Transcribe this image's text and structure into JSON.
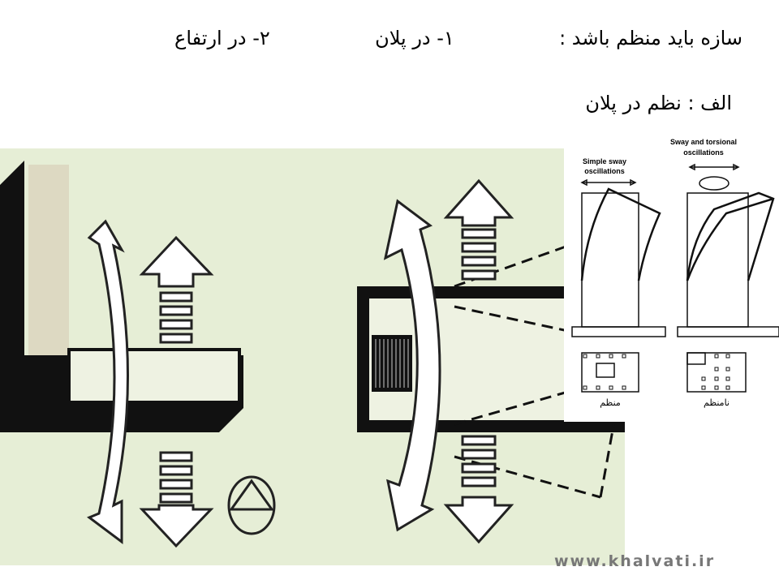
{
  "title": {
    "main": "سازه باید منظم باشد :",
    "item1": "۱- در پلان",
    "item2": "۲- در ارتفاع",
    "subtitle": "الف : نظم در پلان"
  },
  "inset": {
    "left_caption_line1": "Simple sway",
    "left_caption_line2": "oscillations",
    "right_caption_line1": "Sway and torsional",
    "right_caption_line2": "oscillations",
    "left_plan_label": "منظم",
    "right_plan_label": "نامنظم"
  },
  "watermark": "www.khalvati.ir",
  "colors": {
    "photo_bg": "#e6eed6",
    "building_dark": "#111111",
    "building_light": "#ddd9c2"
  }
}
